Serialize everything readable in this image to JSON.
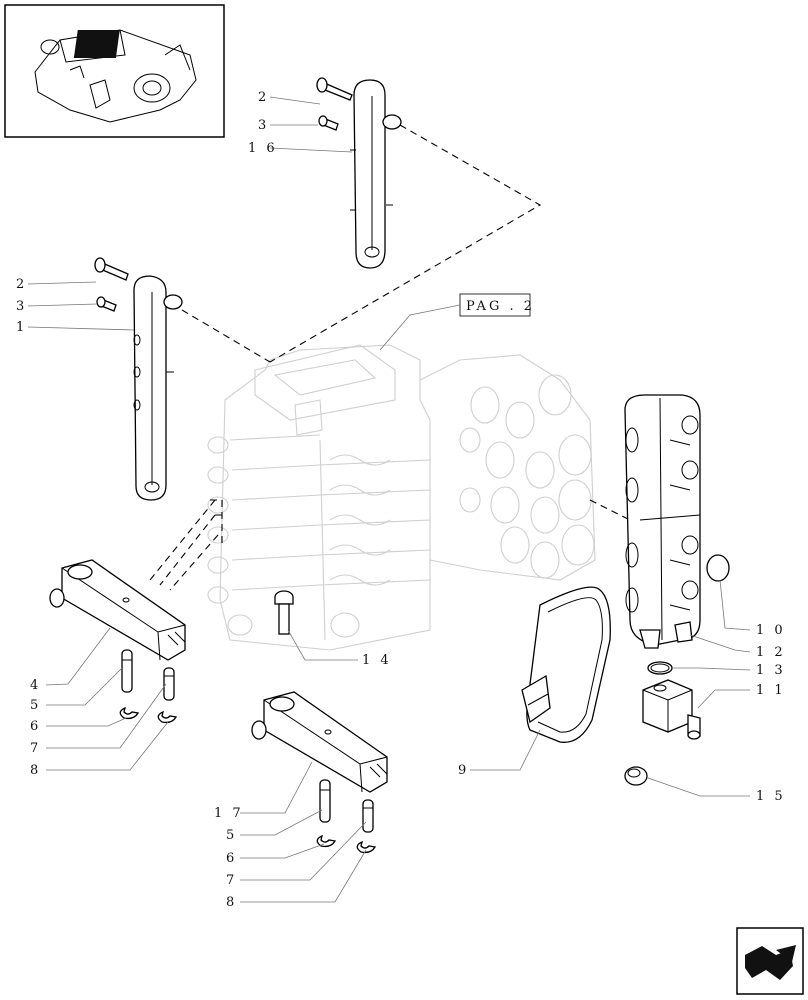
{
  "reference_box": {
    "text": "PAG . 2"
  },
  "labels": [
    {
      "id": "l2a",
      "text": "2"
    },
    {
      "id": "l3a",
      "text": "3"
    },
    {
      "id": "l16",
      "text": "1 6"
    },
    {
      "id": "l2b",
      "text": "2"
    },
    {
      "id": "l3b",
      "text": "3"
    },
    {
      "id": "l1",
      "text": "1"
    },
    {
      "id": "l4",
      "text": "4"
    },
    {
      "id": "l5a",
      "text": "5"
    },
    {
      "id": "l6a",
      "text": "6"
    },
    {
      "id": "l7a",
      "text": "7"
    },
    {
      "id": "l8a",
      "text": "8"
    },
    {
      "id": "l14",
      "text": "1 4"
    },
    {
      "id": "l10",
      "text": "1 0"
    },
    {
      "id": "l12",
      "text": "1 2"
    },
    {
      "id": "l13",
      "text": "1 3"
    },
    {
      "id": "l11",
      "text": "1 1"
    },
    {
      "id": "l9",
      "text": "9"
    },
    {
      "id": "l15",
      "text": "1 5"
    },
    {
      "id": "l17",
      "text": "1 7"
    },
    {
      "id": "l5b",
      "text": "5"
    },
    {
      "id": "l6b",
      "text": "6"
    },
    {
      "id": "l7b",
      "text": "7"
    },
    {
      "id": "l8b",
      "text": "8"
    }
  ],
  "icons": {
    "thumbnail": "valve-assembly-thumbnail-icon",
    "navigation": "next-page-arrow-icon"
  }
}
